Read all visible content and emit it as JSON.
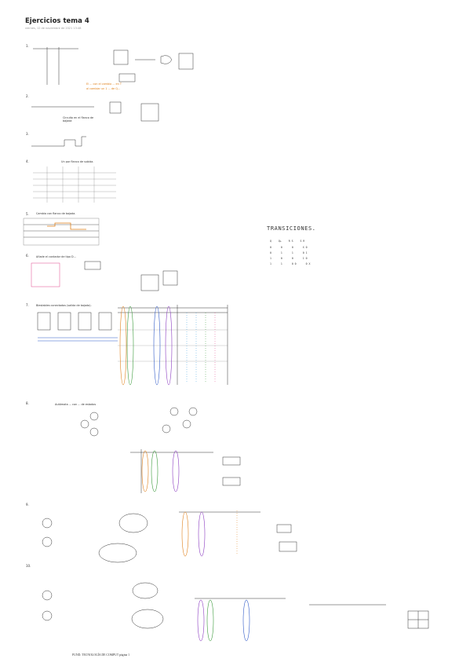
{
  "header": {
    "title": "Ejercicios tema 4",
    "subtitle": "viernes, 12 de noviembre de 2021   13:48"
  },
  "exercise_numbers": [
    "1.",
    "2.",
    "3.",
    "4.",
    "5.",
    "6.",
    "7.",
    "8.",
    "9.",
    "10."
  ],
  "exercise1": {
    "note_orange_1": "El ... con el cambio ... en T",
    "note_orange_2": "al cambiar un 1 ... de Q..."
  },
  "exercise2": {
    "note": "Circuito en el flanco de bajada"
  },
  "exercise4": {
    "note": "Un por flanco de subida."
  },
  "exercise5": {
    "note": "Cambia con flanco de bajada."
  },
  "transitions": {
    "title": "TRANSICIONES.",
    "headers": [
      "Q",
      "Q+",
      "R S",
      "S R"
    ],
    "rows": [
      [
        "0",
        "0",
        "0",
        "X 0"
      ],
      [
        "0",
        "1",
        "1",
        "0 1"
      ],
      [
        "1",
        "0",
        "0",
        "1 0"
      ],
      [
        "1",
        "1",
        "0 0",
        "0 X"
      ]
    ]
  },
  "exercise6": {
    "note": "Añade el contador de tipo D..."
  },
  "exercise7": {
    "note": "Biestables conectados (salida de bajada)."
  },
  "exercise8": {
    "note": "Autómata ... con ... de estados"
  },
  "footer": {
    "text": "FUND. TECNOLOGÍA DE COMPUT página 1"
  }
}
